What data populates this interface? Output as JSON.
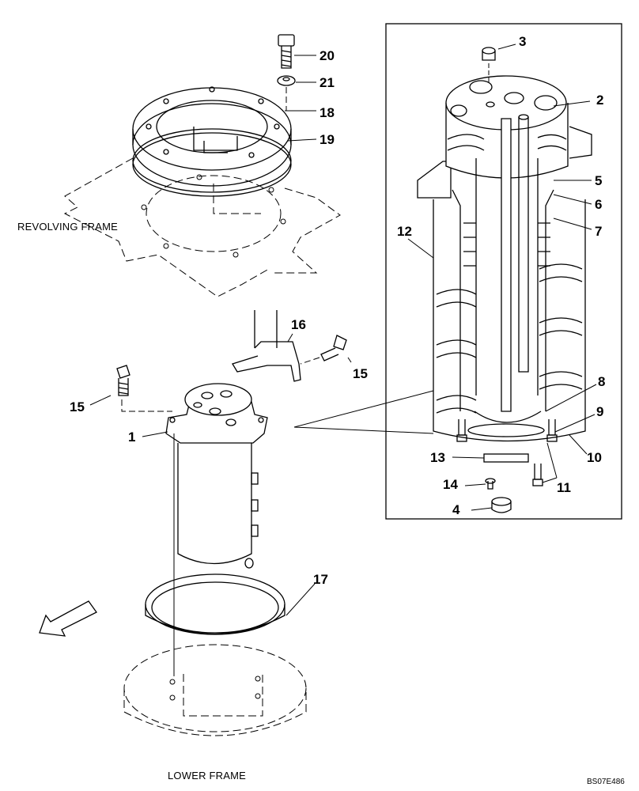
{
  "drawing": {
    "labels": {
      "revolving_frame": "REVOLVING FRAME",
      "lower_frame": "LOWER FRAME",
      "code": "BS07E486"
    },
    "callouts": [
      "1",
      "2",
      "3",
      "4",
      "5",
      "6",
      "7",
      "8",
      "9",
      "10",
      "11",
      "11",
      "12",
      "13",
      "14",
      "15",
      "15",
      "16",
      "17",
      "18",
      "19",
      "20",
      "21"
    ]
  }
}
